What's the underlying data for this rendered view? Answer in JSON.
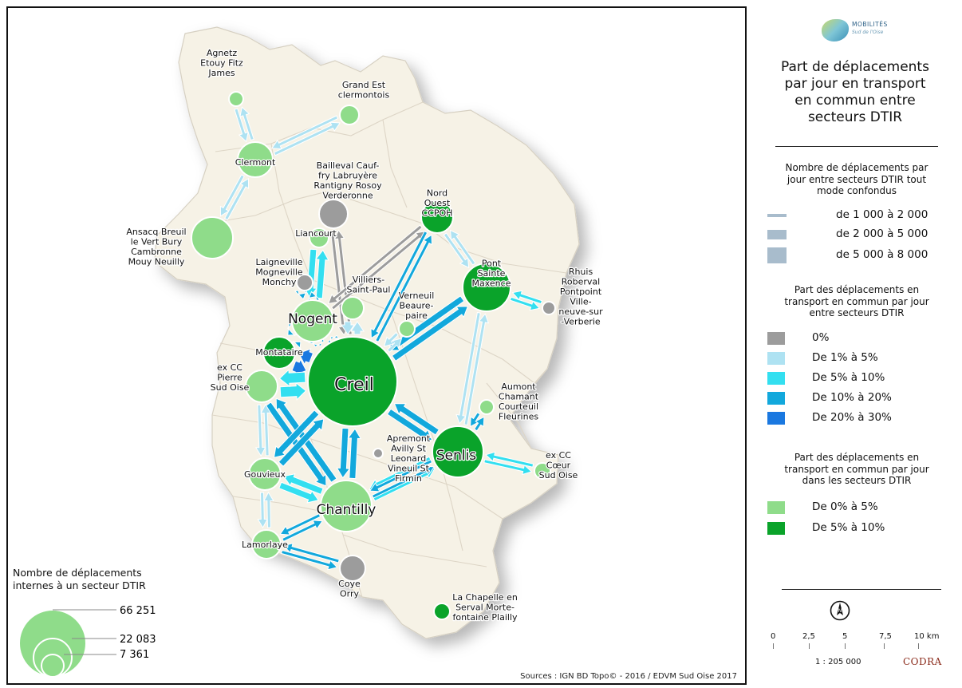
{
  "map": {
    "zones": [
      {
        "name": "Agnetz Etouy Fitz James",
        "lines": [
          "Agnetz",
          "Etouy Fitz",
          "James"
        ],
        "internal_share": "De 0% à 5%"
      },
      {
        "name": "Grand Est clermontois",
        "lines": [
          "Grand Est",
          "clermontois"
        ],
        "internal_share": "De 0% à 5%"
      },
      {
        "name": "Clermont",
        "lines": [
          "Clermont"
        ],
        "internal_share": "De 0% à 5%"
      },
      {
        "name": "Bailleval Cauffry Labruyère Rantigny Rosoy Verderonne",
        "lines": [
          "Bailleval Cauf-",
          "fry Labruyère",
          "Rantigny Rosoy",
          "Verderonne"
        ],
        "internal_share": "0%"
      },
      {
        "name": "Nord Ouest CCPOH",
        "lines": [
          "Nord",
          "Ouest",
          "CCPOH"
        ],
        "internal_share": "De 5% à 10%"
      },
      {
        "name": "Ansacq Breuil le Vert Bury Cambronne Mouy Neuilly",
        "lines": [
          "Ansacq Breuil",
          "le Vert Bury",
          "Cambronne",
          "Mouy Neuilly"
        ],
        "internal_share": "De 0% à 5%"
      },
      {
        "name": "Liancourt",
        "lines": [
          "Liancourt"
        ],
        "internal_share": "De 0% à 5%"
      },
      {
        "name": "Laigneville Mogneville Monchy",
        "lines": [
          "Laigneville",
          "Mogneville",
          "Monchy"
        ],
        "internal_share": "0%"
      },
      {
        "name": "Villiers Saint-Paul",
        "lines": [
          "Villiers-",
          "Saint-Paul"
        ],
        "internal_share": "De 0% à 5%"
      },
      {
        "name": "Pont Sainte Maxence",
        "lines": [
          "Pont",
          "Sainte",
          "Maxence"
        ],
        "internal_share": "De 5% à 10%"
      },
      {
        "name": "Rhuis Roberval Pontpoint Ville-neuve-sur-Verberie",
        "lines": [
          "Rhuis",
          "Roberval",
          "Pontpoint",
          "Ville-",
          "neuve-sur",
          "-Verberie"
        ],
        "internal_share": "0%"
      },
      {
        "name": "Nogent",
        "lines": [
          "Nogent"
        ],
        "internal_share": "De 0% à 5%"
      },
      {
        "name": "Verneuil Beaurepaire",
        "lines": [
          "Verneuil",
          "Beaure-",
          "paire"
        ],
        "internal_share": "De 0% à 5%"
      },
      {
        "name": "Montataire",
        "lines": [
          "Montataire"
        ],
        "internal_share": "De 5% à 10%"
      },
      {
        "name": "ex CC Pierre Sud Oise",
        "lines": [
          "ex CC",
          "Pierre",
          "Sud Oise"
        ],
        "internal_share": "De 0% à 5%"
      },
      {
        "name": "Creil",
        "lines": [
          "Creil"
        ],
        "internal_share": "De 5% à 10%"
      },
      {
        "name": "Aumont Chamant Courteuil Fleurines",
        "lines": [
          "Aumont",
          "Chamant",
          "Courteuil",
          "Fleurines"
        ],
        "internal_share": "De 0% à 5%"
      },
      {
        "name": "Senlis",
        "lines": [
          "Senlis"
        ],
        "internal_share": "De 5% à 10%"
      },
      {
        "name": "Apremont Avilly St Leonard Vineuil St Firmin",
        "lines": [
          "Apremont",
          "Avilly St",
          "Leonard",
          "Vineuil St",
          "Firmin"
        ],
        "internal_share": "0%"
      },
      {
        "name": "ex CC Cœur Sud Oise",
        "lines": [
          "ex CC",
          "Cœur",
          "Sud Oise"
        ],
        "internal_share": "De 0% à 5%"
      },
      {
        "name": "Gouvieux",
        "lines": [
          "Gouvieux"
        ],
        "internal_share": "De 0% à 5%"
      },
      {
        "name": "Chantilly",
        "lines": [
          "Chantilly"
        ],
        "internal_share": "De 0% à 5%"
      },
      {
        "name": "Lamorlaye",
        "lines": [
          "Lamorlaye"
        ],
        "internal_share": "De 0% à 5%"
      },
      {
        "name": "Coye Orry",
        "lines": [
          "Coye",
          "Orry"
        ],
        "internal_share": "0%"
      },
      {
        "name": "La Chapelle en Serval Mortefontaine Plailly",
        "lines": [
          "La Chapelle en",
          "Serval Morte-",
          "fontaine Plailly"
        ],
        "internal_share": "De 5% à 10%"
      }
    ],
    "sources": "Sources : IGN BD Topo© - 2016 / EDVM Sud Oise 2017"
  },
  "size_legend": {
    "title_lines": [
      "Nombre de déplacements",
      "internes à un secteur DTIR"
    ],
    "values": [
      "66 251",
      "22 083",
      "7 361"
    ]
  },
  "panel": {
    "logo_text": "MOBILITÉS",
    "logo_sub": "Sud de l'Oise",
    "title_lines": [
      "Part de déplacements",
      "par jour en transport",
      "en commun entre",
      "secteurs DTIR"
    ],
    "flow_title_lines": [
      "Nombre de déplacements par",
      "jour entre secteurs DTIR tout",
      "mode confondus"
    ],
    "flow_classes": [
      "de 1 000 à 2 000",
      "de 2 000 à 5 000",
      "de 5 000 à 8 000"
    ],
    "tc_title_lines": [
      "Part des déplacements en",
      "transport en commun par jour",
      "entre secteurs DTIR"
    ],
    "tc_classes": [
      {
        "label": "0%",
        "color": "#9c9c9c"
      },
      {
        "label": "De 1% à 5%",
        "color": "#aee2f2"
      },
      {
        "label": "De 5% à 10%",
        "color": "#33dff0"
      },
      {
        "label": "De 10% à 20%",
        "color": "#12a8dc"
      },
      {
        "label": "De 20% à 30%",
        "color": "#1a78e0"
      }
    ],
    "internal_title_lines": [
      "Part des déplacements en",
      "transport en commun par jour",
      "dans les secteurs DTIR"
    ],
    "internal_classes": [
      {
        "label": "De 0% à 5%",
        "color": "#8fdc8a"
      },
      {
        "label": "De 5% à 10%",
        "color": "#0aa32a"
      }
    ],
    "north_label": "N",
    "scale_ticks": [
      "0",
      "2,5",
      "5",
      "7,5",
      "10  km"
    ],
    "scale_ratio": "1 : 205 000",
    "credit": "CODRA"
  }
}
